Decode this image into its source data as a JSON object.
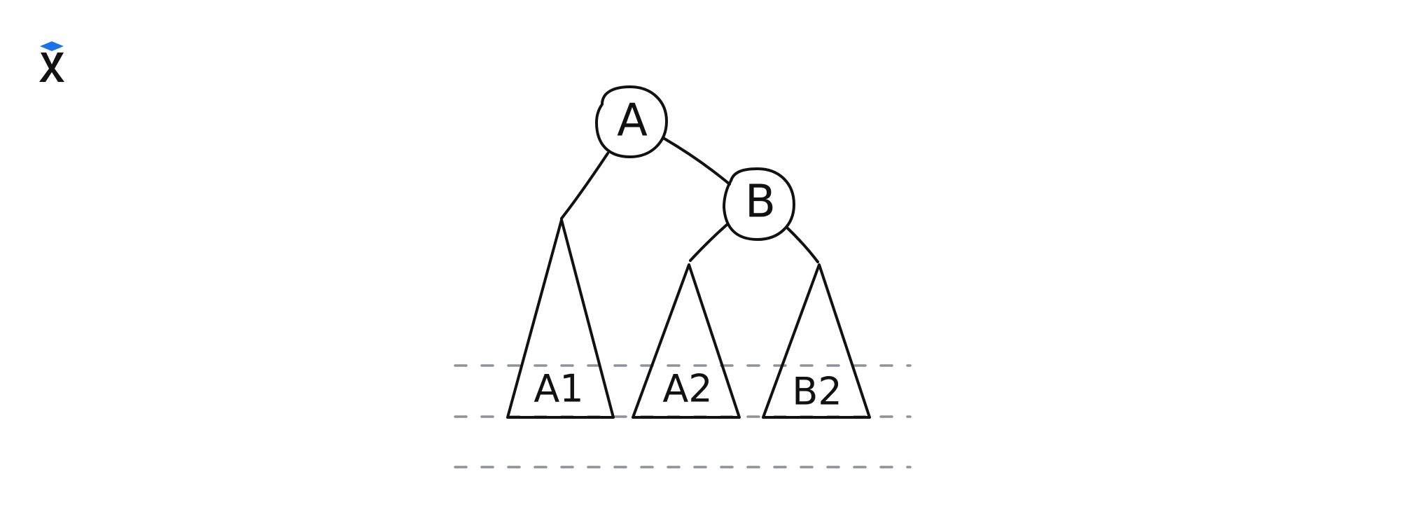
{
  "logo": {
    "icon": "excalidraw-logo-icon",
    "accent_color": "#1a73e8"
  },
  "diagram": {
    "nodes": [
      {
        "id": "A",
        "label": "A"
      },
      {
        "id": "B",
        "label": "B"
      }
    ],
    "subtrees": [
      {
        "id": "A1",
        "label": "A1"
      },
      {
        "id": "A2",
        "label": "A2"
      },
      {
        "id": "B2",
        "label": "B2"
      }
    ],
    "edges": [
      {
        "from": "A",
        "to": "A1"
      },
      {
        "from": "A",
        "to": "B"
      },
      {
        "from": "B",
        "to": "A2"
      },
      {
        "from": "B",
        "to": "B2"
      }
    ],
    "guide_line_count": 3,
    "colors": {
      "ink": "#111111",
      "guide": "#8f929c"
    }
  }
}
